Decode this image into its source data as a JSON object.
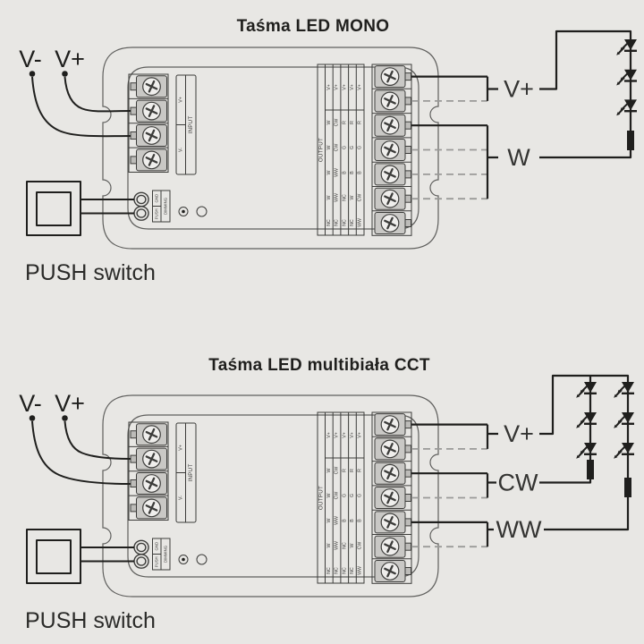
{
  "colors": {
    "bg": "#e8e7e4",
    "ink": "#1f1f1d",
    "dash": "#9a9a98",
    "case": "#5f5f5d"
  },
  "diagrams": [
    {
      "title": "Taśma LED MONO",
      "vminus": "V-",
      "vplus": "V+",
      "push_switch": "PUSH switch",
      "channels": {
        "power": "V+",
        "ch1": "W"
      },
      "led_string_count": 1,
      "leds_per_string": 3
    },
    {
      "title": "Taśma LED multibiała CCT",
      "vminus": "V-",
      "vplus": "V+",
      "push_switch": "PUSH switch",
      "channels": {
        "power": "V+",
        "ch1": "CW",
        "ch2": "WW"
      },
      "led_string_count": 2,
      "leds_per_string": 3
    }
  ],
  "controller": {
    "input": {
      "label": "INPUT",
      "top": "V+",
      "bottom": "V-"
    },
    "dimming": {
      "label": "DIMMING",
      "gnd": "GND",
      "push": "PUSH"
    },
    "output": {
      "label": "OUTPUT",
      "vplus_row": [
        "V+",
        "V+",
        "V+",
        "V+",
        "V+"
      ],
      "rows": [
        [
          "W",
          "CW",
          "R",
          "R",
          "R"
        ],
        [
          "W",
          "CW",
          "G",
          "G",
          "G"
        ],
        [
          "W",
          "WW",
          "B",
          "B",
          "B"
        ],
        [
          "W",
          "WW",
          "NC",
          "W",
          "CW"
        ],
        [
          "NC",
          "NC",
          "NC",
          "NC",
          "WW"
        ]
      ]
    }
  }
}
